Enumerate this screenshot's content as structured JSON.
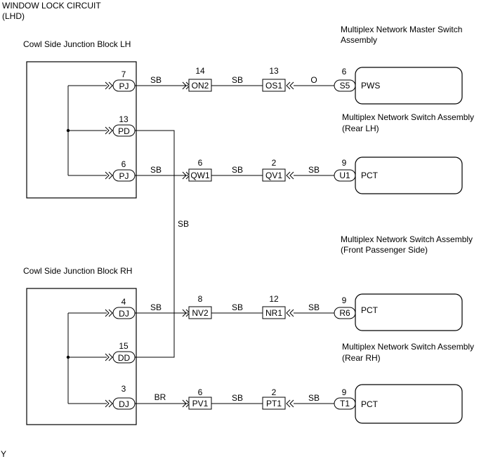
{
  "title": {
    "line1": "WINDOW LOCK CIRCUIT",
    "line2": "(LHD)"
  },
  "blocks": {
    "lh": {
      "label": "Cowl Side Junction Block LH"
    },
    "rh": {
      "label": "Cowl Side Junction Block RH"
    }
  },
  "components": {
    "master": {
      "label_line1": "Multiplex Network Master Switch",
      "label_line2": "Assembly",
      "box_text": "PWS"
    },
    "rear_lh": {
      "label_line1": "Multiplex Network Switch Assembly",
      "label_line2": "(Rear LH)",
      "box_text": "PCT"
    },
    "front_pass": {
      "label_line1": "Multiplex Network Switch Assembly",
      "label_line2": "(Front Passenger Side)",
      "box_text": "PCT"
    },
    "rear_rh": {
      "label_line1": "Multiplex Network Switch Assembly",
      "label_line2": "(Rear RH)",
      "box_text": "PCT"
    }
  },
  "circuits": {
    "row1": {
      "jb_pin": "7",
      "jb_conn": "PJ",
      "wire1": "SB",
      "c1_pin": "14",
      "c1_id": "ON2",
      "wire2": "SB",
      "c2_pin": "13",
      "c2_id": "OS1",
      "wire3": "O",
      "comp_pin": "6",
      "comp_conn": "S5"
    },
    "row2": {
      "jb_pin": "13",
      "jb_conn": "PD"
    },
    "row3": {
      "jb_pin": "6",
      "jb_conn": "PJ",
      "wire1": "SB",
      "c1_pin": "6",
      "c1_id": "QW1",
      "wire2": "SB",
      "c2_pin": "2",
      "c2_id": "QV1",
      "wire3": "SB",
      "comp_pin": "9",
      "comp_conn": "U1"
    },
    "row4": {
      "jb_pin": "4",
      "jb_conn": "DJ",
      "wire1": "SB",
      "c1_pin": "8",
      "c1_id": "NV2",
      "wire2": "SB",
      "c2_pin": "12",
      "c2_id": "NR1",
      "wire3": "SB",
      "comp_pin": "9",
      "comp_conn": "R6"
    },
    "row5": {
      "jb_pin": "15",
      "jb_conn": "DD"
    },
    "row6": {
      "jb_pin": "3",
      "jb_conn": "DJ",
      "wire1": "BR",
      "c1_pin": "6",
      "c1_id": "PV1",
      "wire2": "SB",
      "c2_pin": "2",
      "c2_id": "PT1",
      "wire3": "SB",
      "comp_pin": "9",
      "comp_conn": "T1"
    }
  },
  "jumper_wire": "SB",
  "footer_code": "Y"
}
